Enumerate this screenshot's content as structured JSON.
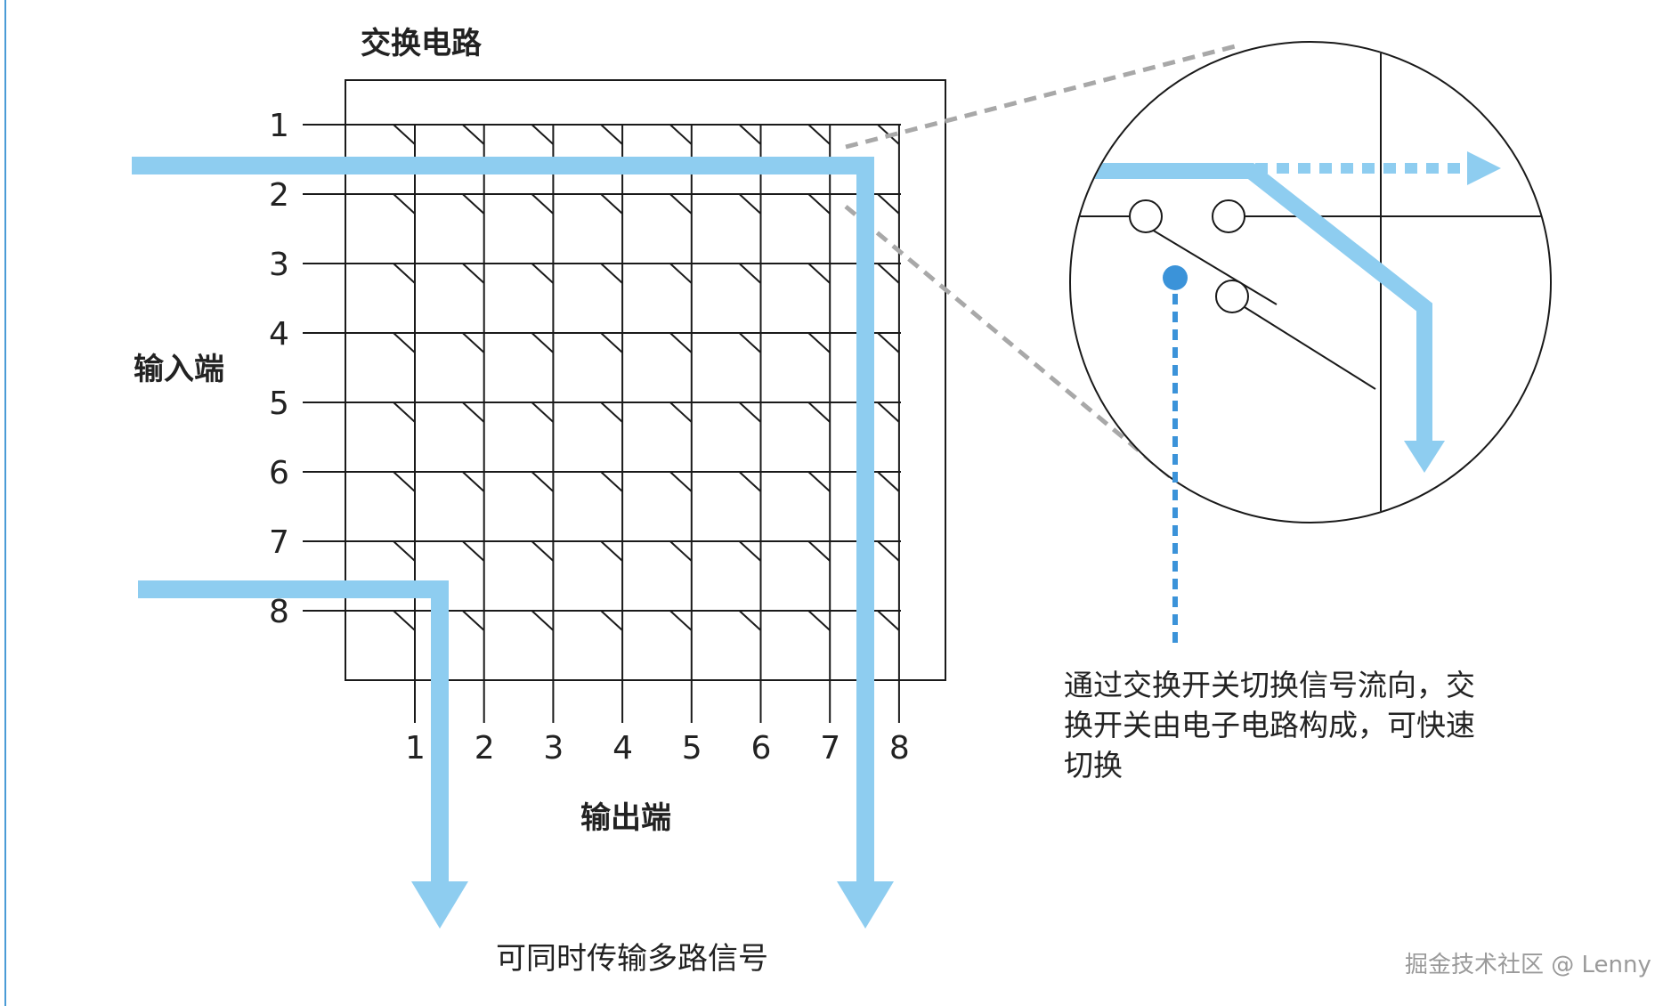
{
  "diagram": {
    "title": "交换电路",
    "input_label": "输入端",
    "output_label": "输出端",
    "input_numbers": [
      "1",
      "2",
      "3",
      "4",
      "5",
      "6",
      "7",
      "8"
    ],
    "output_numbers": [
      "1",
      "2",
      "3",
      "4",
      "5",
      "6",
      "7",
      "8"
    ],
    "caption": "可同时传输多路信号",
    "callout_lines": [
      "通过交换开关切换信号流向，交",
      "换开关由电子电路构成，可快速",
      "切换"
    ],
    "watermark": "掘金技术社区 @ Lenny"
  },
  "colors": {
    "signal_path": "#8ECDF0",
    "switch_dot": "#3B93D9",
    "grid_line": "#1a1a1a",
    "zoom_guide": "#a8a8a8",
    "left_rule": "#4a9bd6"
  }
}
